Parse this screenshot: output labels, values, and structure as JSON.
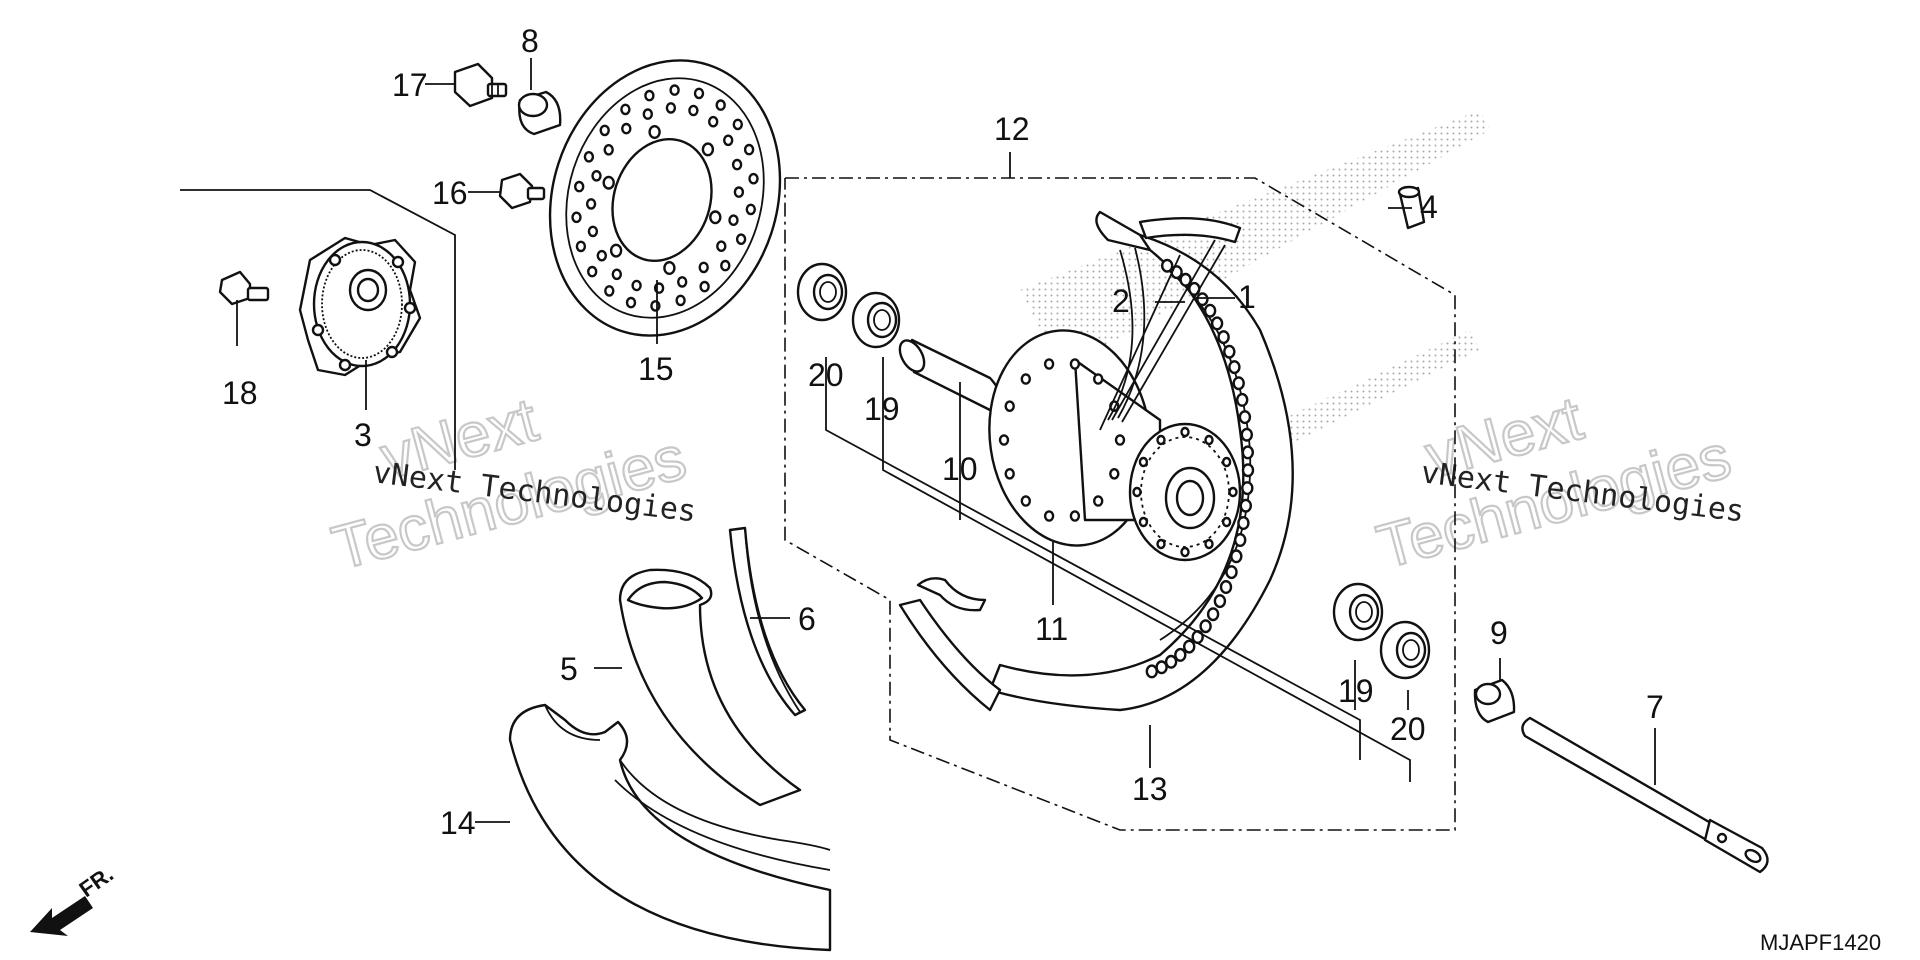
{
  "diagram": {
    "drawing_code": "MJAPF1420",
    "front_indicator": "FR.",
    "watermarks": [
      {
        "line1": "vNext",
        "line2": "Technologies",
        "caption": "vNext Technologies"
      },
      {
        "line1": "vNext",
        "line2": "Technologies",
        "caption": "vNext Technologies"
      }
    ],
    "callouts": {
      "c1": "1",
      "c2": "2",
      "c3": "3",
      "c4": "4",
      "c5": "5",
      "c6": "6",
      "c7": "7",
      "c8": "8",
      "c9": "9",
      "c10": "10",
      "c11": "11",
      "c12": "12",
      "c13": "13",
      "c14": "14",
      "c15": "15",
      "c16": "16",
      "c17": "17",
      "c18": "18",
      "c19a": "19",
      "c19b": "19",
      "c20a": "20",
      "c20b": "20"
    }
  }
}
